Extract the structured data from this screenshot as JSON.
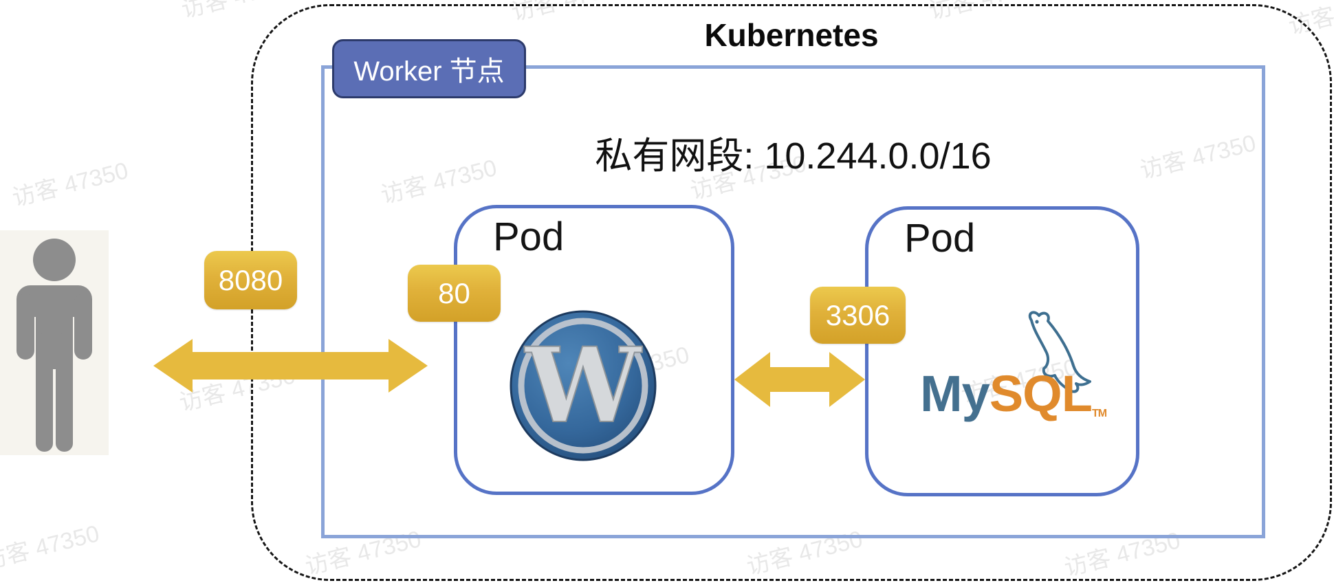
{
  "watermark": {
    "text": "访客 47350"
  },
  "kubernetes": {
    "title": "Kubernetes"
  },
  "worker": {
    "label": "Worker 节点",
    "subnet": "私有网段: 10.244.0.0/16"
  },
  "pods": {
    "wordpress": {
      "label": "Pod",
      "logo_letter": "W",
      "logo_name": "WordPress"
    },
    "mysql": {
      "label": "Pod",
      "logo_my": "My",
      "logo_sql": "SQL",
      "logo_tm": "TM",
      "logo_name": "MySQL"
    }
  },
  "ports": {
    "external": "8080",
    "wordpress": "80",
    "mysql": "3306"
  },
  "colors": {
    "badge_yellow": "#e0b13a",
    "arrow_yellow": "#e6ba3e",
    "pod_border": "#5673c6",
    "worker_border": "#8aa4d8",
    "worker_label_fill": "#5b6eb5",
    "worker_label_border": "#2c3a6b",
    "dashed_border": "#161616",
    "mysql_teal": "#44708f",
    "mysql_orange": "#e08a2c",
    "wordpress_blue": "#35689c",
    "person_grey": "#8d8d8d"
  }
}
